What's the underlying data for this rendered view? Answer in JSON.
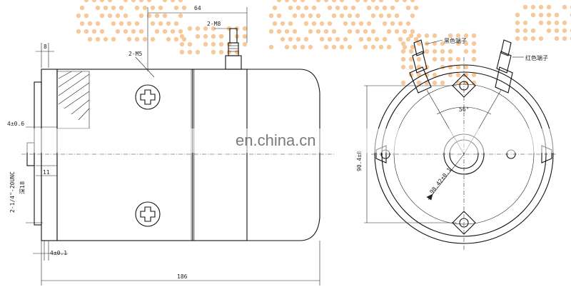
{
  "watermark": "en.china.cn",
  "side_view": {
    "dims": {
      "top_length": "64",
      "stud_label": "2-M8",
      "screw_label": "2-M5",
      "left_top": "8",
      "flange_offset": "4±0.6",
      "pilot": "11",
      "thread_spec": "2-1/4\"-20UNC",
      "thread_note": "深18",
      "shaft_step": "4±0.1",
      "overall_length": "186"
    }
  },
  "end_view": {
    "labels": {
      "black_terminal": "黑色端子",
      "red_terminal": "红色端子",
      "angle": "56°",
      "height": "90.4±0",
      "pcd": "98.42±0.1"
    }
  },
  "colors": {
    "line": "#111111",
    "watermark_dots": "#f7c99a",
    "watermark_text": "#7a7a7a"
  }
}
